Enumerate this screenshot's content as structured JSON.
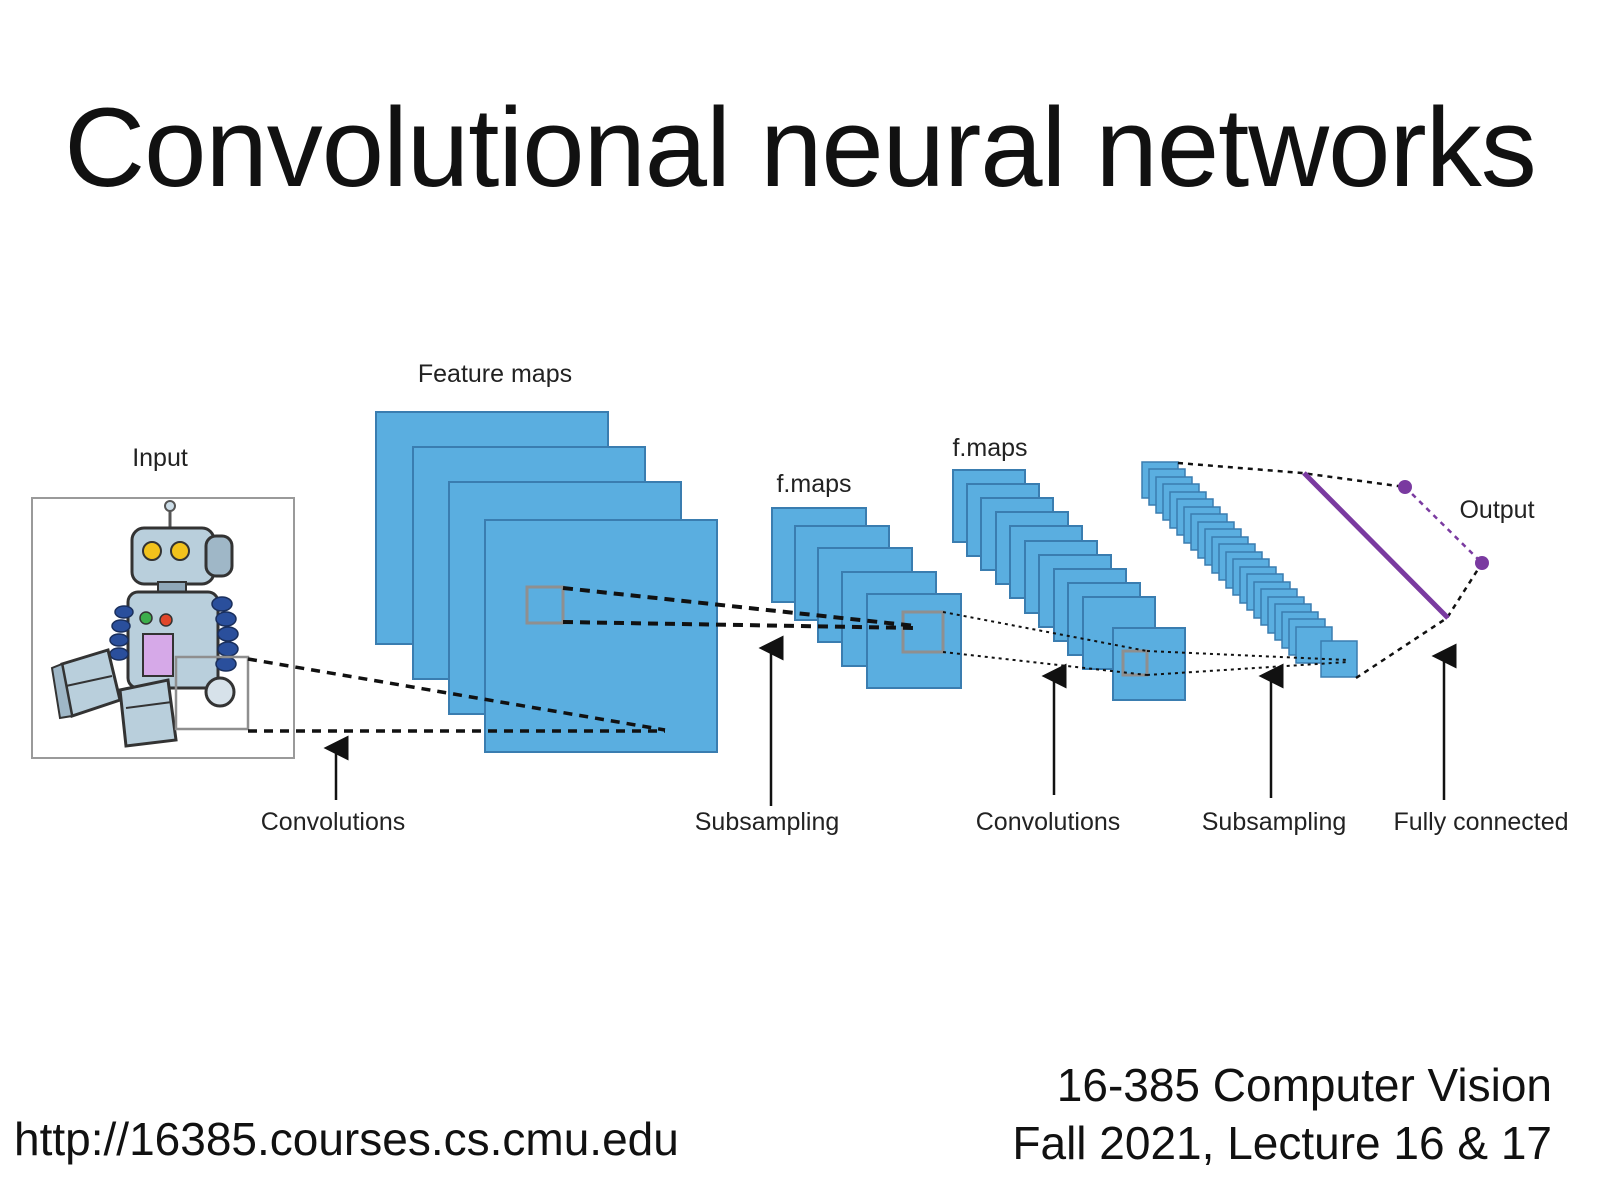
{
  "slide": {
    "title": "Convolutional neural networks",
    "footer_url": "http://16385.courses.cs.cmu.edu",
    "footer_course_line1": "16-385 Computer Vision",
    "footer_course_line2": "Fall 2021, Lecture 16 & 17"
  },
  "diagram": {
    "input_label": "Input",
    "feature_maps_label": "Feature maps",
    "fmaps1_label": "f.maps",
    "fmaps2_label": "f.maps",
    "output_label": "Output",
    "stages": [
      "Convolutions",
      "Subsampling",
      "Convolutions",
      "Subsampling",
      "Fully connected"
    ],
    "colors": {
      "map_fill": "#5aaee0",
      "map_stroke": "#3a7db0",
      "output_purple": "#7a3aa0",
      "robot_body": "#b9cfdc",
      "robot_arm": "#2a4f9c"
    },
    "input_image": "robot-illustration"
  }
}
